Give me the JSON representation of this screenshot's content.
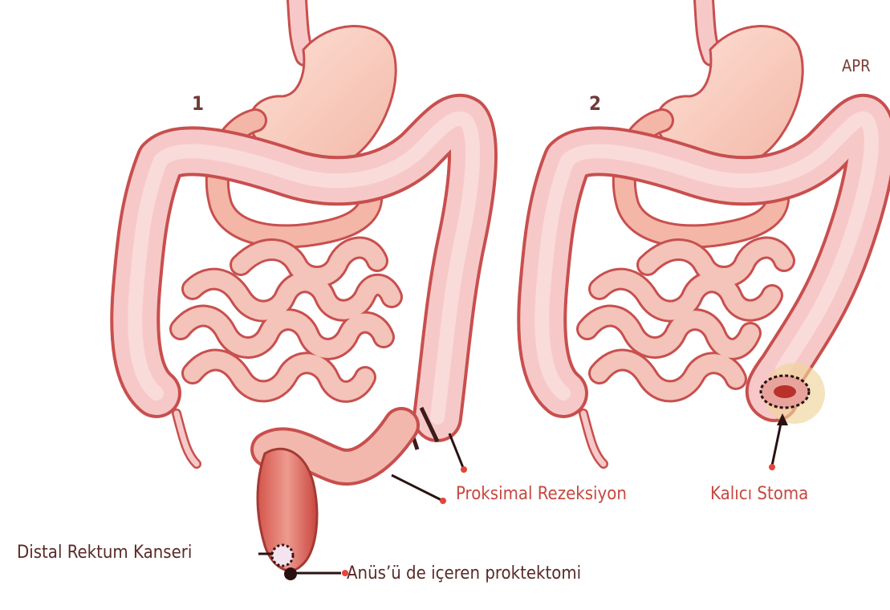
{
  "panels": [
    {
      "number": "1"
    },
    {
      "number": "2",
      "title": "APR"
    }
  ],
  "labels": {
    "proximal_resection": "Proksimal Rezeksiyon",
    "distal_rectum_cancer": "Distal Rektum Kanseri",
    "proctectomy": "Anüs’ü de içeren proktektomi",
    "permanent_stoma": "Kalıcı Stoma"
  },
  "colors": {
    "bowel_fill": "#f6c9c8",
    "bowel_outline": "#c84f4e",
    "stomach_fill": "#f9d2c7",
    "rectum_fill": "#e67b6f",
    "label_red": "#c8473f",
    "marker_dot": "#e2453c",
    "stoma_halo": "#f0d49a"
  }
}
